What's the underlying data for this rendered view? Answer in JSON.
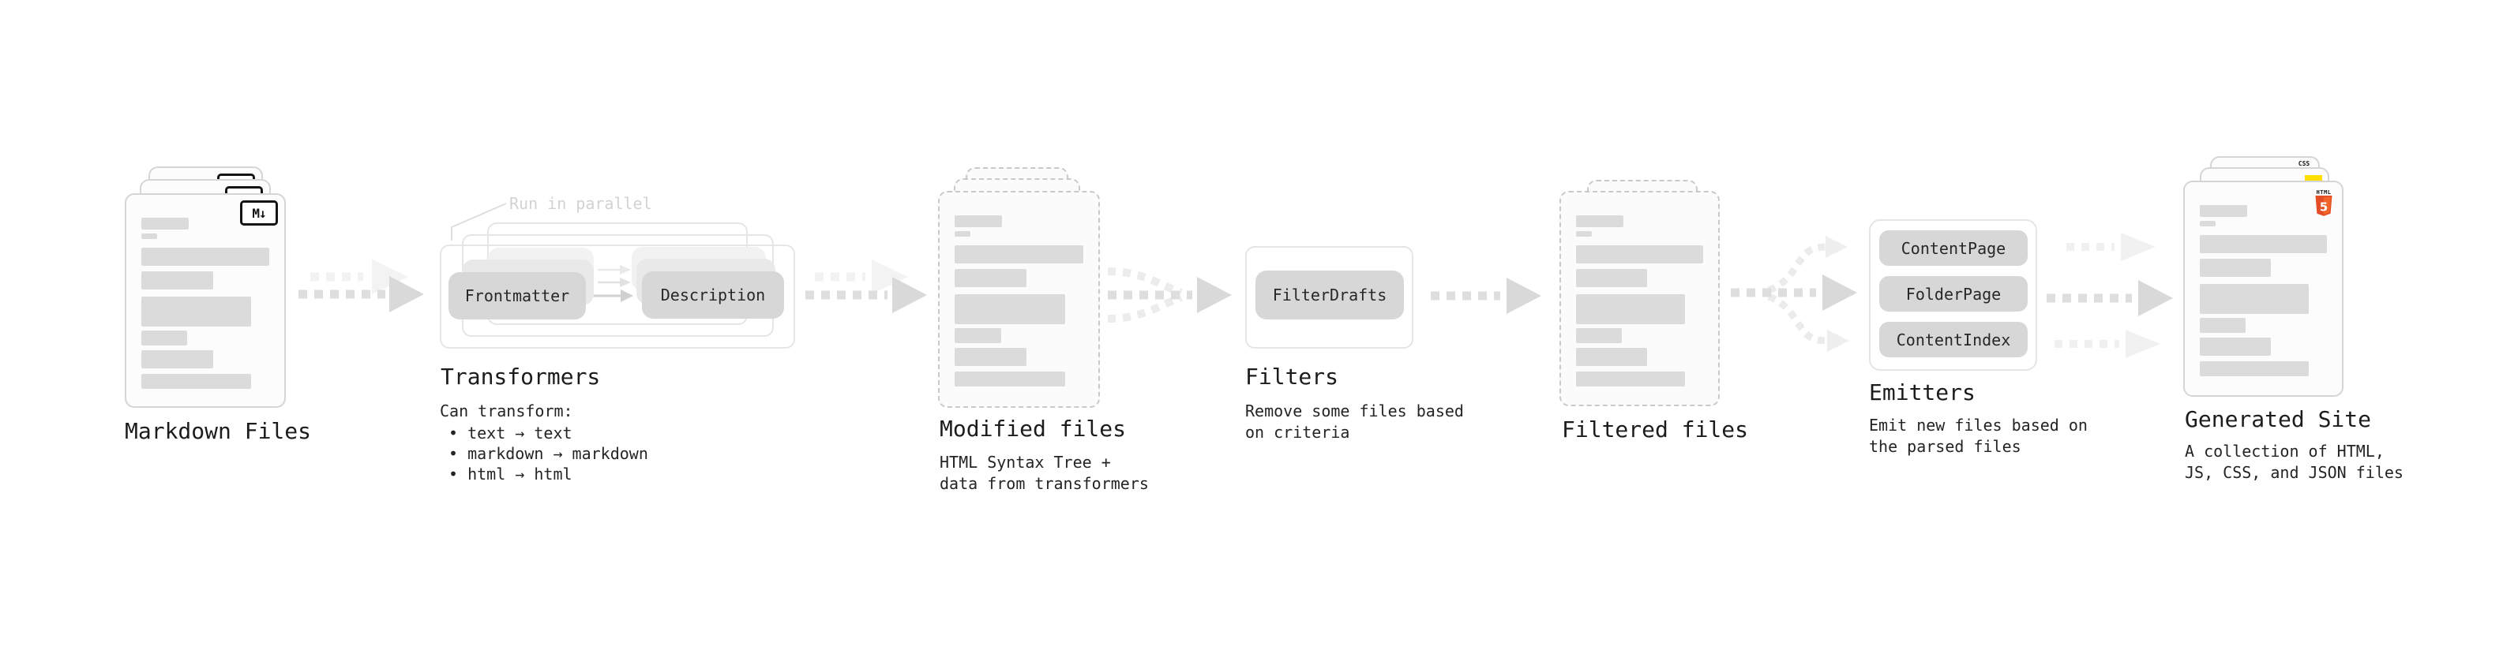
{
  "stages": {
    "markdown_files": {
      "label": "Markdown Files",
      "file_badge": "M↓"
    },
    "transformers": {
      "label": "Transformers",
      "annotation": "Run in parallel",
      "chip_frontmatter": "Frontmatter",
      "chip_description": "Description",
      "desc_title": "Can transform:",
      "bullets": [
        "• text → text",
        "• markdown → markdown",
        "• html → html"
      ]
    },
    "modified_files": {
      "label": "Modified files",
      "description": "HTML Syntax Tree +\ndata from transformers"
    },
    "filters": {
      "label": "Filters",
      "chip": "FilterDrafts",
      "description": "Remove some files based\non criteria"
    },
    "filtered_files": {
      "label": "Filtered files"
    },
    "emitters": {
      "label": "Emitters",
      "chips": [
        "ContentPage",
        "FolderPage",
        "ContentIndex"
      ],
      "description": "Emit new files based on\nthe parsed files"
    },
    "generated_site": {
      "label": "Generated Site",
      "description": "A collection of HTML,\nJS, CSS, and JSON files",
      "badge_css": "CSS",
      "badge_html": "HTML",
      "badge_html5_number": "5"
    }
  },
  "colors": {
    "background": "#ffffff",
    "card_border": "#d5d5d5",
    "card_bg": "#fcfcfc",
    "bar_gray": "#dbdbdb",
    "chip_bg": "#d7d7d7",
    "chip_text": "#272727",
    "group_box_border": "#e5e5e5",
    "arrow_dash": "#dedede",
    "arrow_head": "#d9d9d9",
    "arrow_faint": "#f0f0f0",
    "label_text": "#1c1c1c",
    "annotation_text": "#d2d2d2",
    "markdown_badge_border": "#141414",
    "html5_orange": "#e44d26",
    "html5_orange_light": "#f16529",
    "js_yellow": "#ffde00",
    "css_blue": "#2563eb"
  }
}
